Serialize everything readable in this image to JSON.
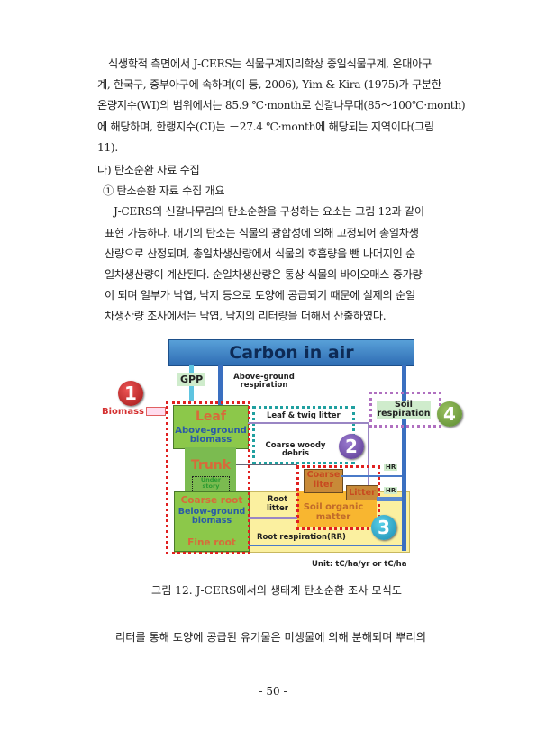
{
  "paragraph1": [
    "식생학적 측면에서 J-CERS는 식물구계지리학상 중일식물구계, 온대아구",
    "계, 한국구, 중부아구에 속하며(이 등, 2006), Yim & Kira (1975)가 구분한",
    "온량지수(WI)의 범위에서는 85.9 ℃·month로 신갈나무대(85～100℃·month)",
    "에 해당하며, 한랭지수(CI)는 －27.4 ℃·month에 해당되는 지역이다(그림",
    "11)."
  ],
  "heading1": "나) 탄소순환 자료 수집",
  "heading2": "① 탄소순환 자료 수집 개요",
  "paragraph2": [
    "J-CERS의 신갈나무림의 탄소순환을 구성하는 요소는 그림 12과 같이",
    "표현 가능하다. 대기의 탄소는 식물의 광합성에 의해 고정되어 총일차생",
    "산량으로 산정되며, 총일차생산량에서 식물의 호흡량을 뺀 나머지인 순",
    "일차생산량이 계산된다. 순일차생산량은 통상 식물의 바이오매스 증가량",
    "이 되며 일부가 낙엽, 낙지 등으로 토양에 공급되기 때문에 실제의 순일",
    "차생산량 조사에서는 낙엽, 낙지의 리터량을 더해서 산출하였다."
  ],
  "diagram": {
    "carbon_in_air": "Carbon in air",
    "gpp": "GPP",
    "above_resp": "Above-ground respiration",
    "n1": "1",
    "biomass": "Biomass",
    "leaf": "Leaf",
    "agb": "Above-ground biomass",
    "trunk": "Trunk",
    "understory": "Under story",
    "coarse_root": "Coarse root",
    "bgb": "Below-ground biomass",
    "fine_root": "Fine root",
    "leaf_twig": "Leaf & twig litter",
    "cwd": "Coarse woody debris",
    "n2": "2",
    "coarse_liter": "Coarse liter",
    "litter": "Litter",
    "som": "Soil organic matter",
    "n3": "3",
    "root_litter": "Root litter",
    "root_resp": "Root respiration(RR)",
    "hr1": "HR",
    "hr2": "HR",
    "soil_resp": "Soil respiration",
    "n4": "4",
    "unit": "Unit: tC/ha/yr or tC/ha"
  },
  "caption": "그림 12. J-CERS에서의 생태계 탄소순환 조사 모식도",
  "paragraph3": "리터를 통해 토양에 공급된 유기물은 미생물에 의해 분해되며 뿌리의",
  "page_number": "- 50 -"
}
